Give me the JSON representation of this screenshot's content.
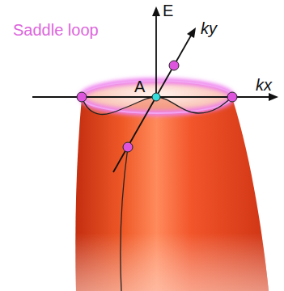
{
  "diagram": {
    "labels": [
      "Saddle loop",
      "E",
      "kx",
      "ky",
      "A"
    ]
  }
}
